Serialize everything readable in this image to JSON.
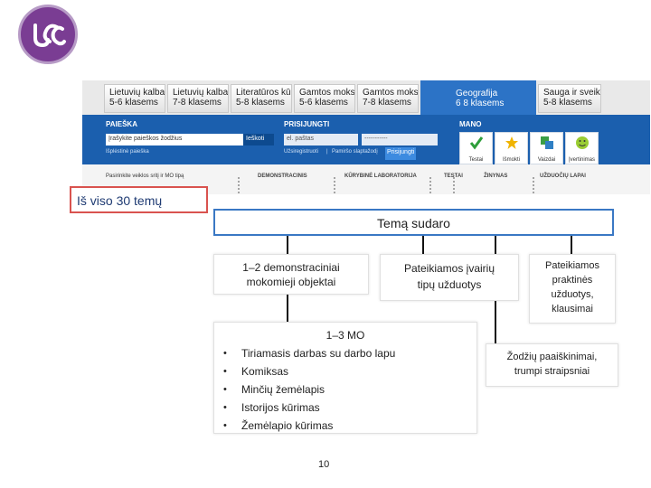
{
  "site": {
    "tabs": [
      {
        "line1": "Lietuvių kalba",
        "line2": "5-6 klasems"
      },
      {
        "line1": "Lietuvių kalba",
        "line2": "7-8 klasems"
      },
      {
        "line1": "Literatūros kūr",
        "line2": "5-8 klasems"
      },
      {
        "line1": "Gamtos moksl",
        "line2": "5-6 klasems"
      },
      {
        "line1": "Gamtos moksl",
        "line2": "7-8 klasems"
      },
      {
        "line1": "Geografija",
        "line2": "6 8 klasems"
      },
      {
        "line1": "Sauga ir sveik",
        "line2": "5-8 klasems"
      }
    ],
    "search": {
      "label": "PAIEŠKA",
      "placeholder": "Įrašykite paieškos žodžius",
      "button": "Ieškoti",
      "advanced": "Išplėstinė paieška"
    },
    "login": {
      "label": "PRISIJUNGTI",
      "email": "el. paštas",
      "password": "-----------",
      "register": "Užsiregistruoti",
      "forgot": "Pamiršo slaptažodį",
      "button": "Prisijungti"
    },
    "mano": {
      "label": "MANO",
      "items": [
        {
          "label": "Testai",
          "icon": "check-icon",
          "color": "#2e9e3a"
        },
        {
          "label": "Išmokti",
          "icon": "star-icon",
          "color": "#f0b400"
        },
        {
          "label": "Vaizdai",
          "icon": "images-icon",
          "color": "#3a9e45"
        },
        {
          "label": "Įvertinimas",
          "icon": "smiley-icon",
          "color": "#9acd32"
        }
      ]
    },
    "menu": {
      "hint": "Pasirinkite veiklos sritį ir MO tipą",
      "items": [
        "DEMONSTRACINIS",
        "KŪRYBINĖ LABORATORIJA",
        "TESTAI",
        "ŽINYNAS",
        "UŽDUOČIŲ LAPAI"
      ]
    }
  },
  "diagram": {
    "total": "Iš viso 30 temų",
    "composition": "Temą sudaro",
    "demo": {
      "line1": "1–2  demonstraciniai",
      "line2": "mokomieji objektai"
    },
    "tasks": {
      "line1": "Pateikiamos įvairių",
      "line2": "tipų užduotys"
    },
    "practical": {
      "line1": "Pateikiamos",
      "line2": "praktinės",
      "line3": "užduotys,",
      "line4": "klausimai"
    },
    "mo": {
      "title": "1–3 MO",
      "items": [
        "Tiriamasis darbas su darbo lapu",
        "Komiksas",
        "Minčių žemėlapis",
        "Istorijos kūrimas",
        "Žemėlapio kūrimas"
      ]
    },
    "glossary": {
      "line1": "Žodžių paaiškinimai,",
      "line2": "trumpi straipsniai"
    }
  },
  "page_number": "10",
  "colors": {
    "logo": "#7a3d93",
    "site_bar": "#1b5fae",
    "total_border": "#d9534f",
    "composition_border": "#3a78c4"
  }
}
